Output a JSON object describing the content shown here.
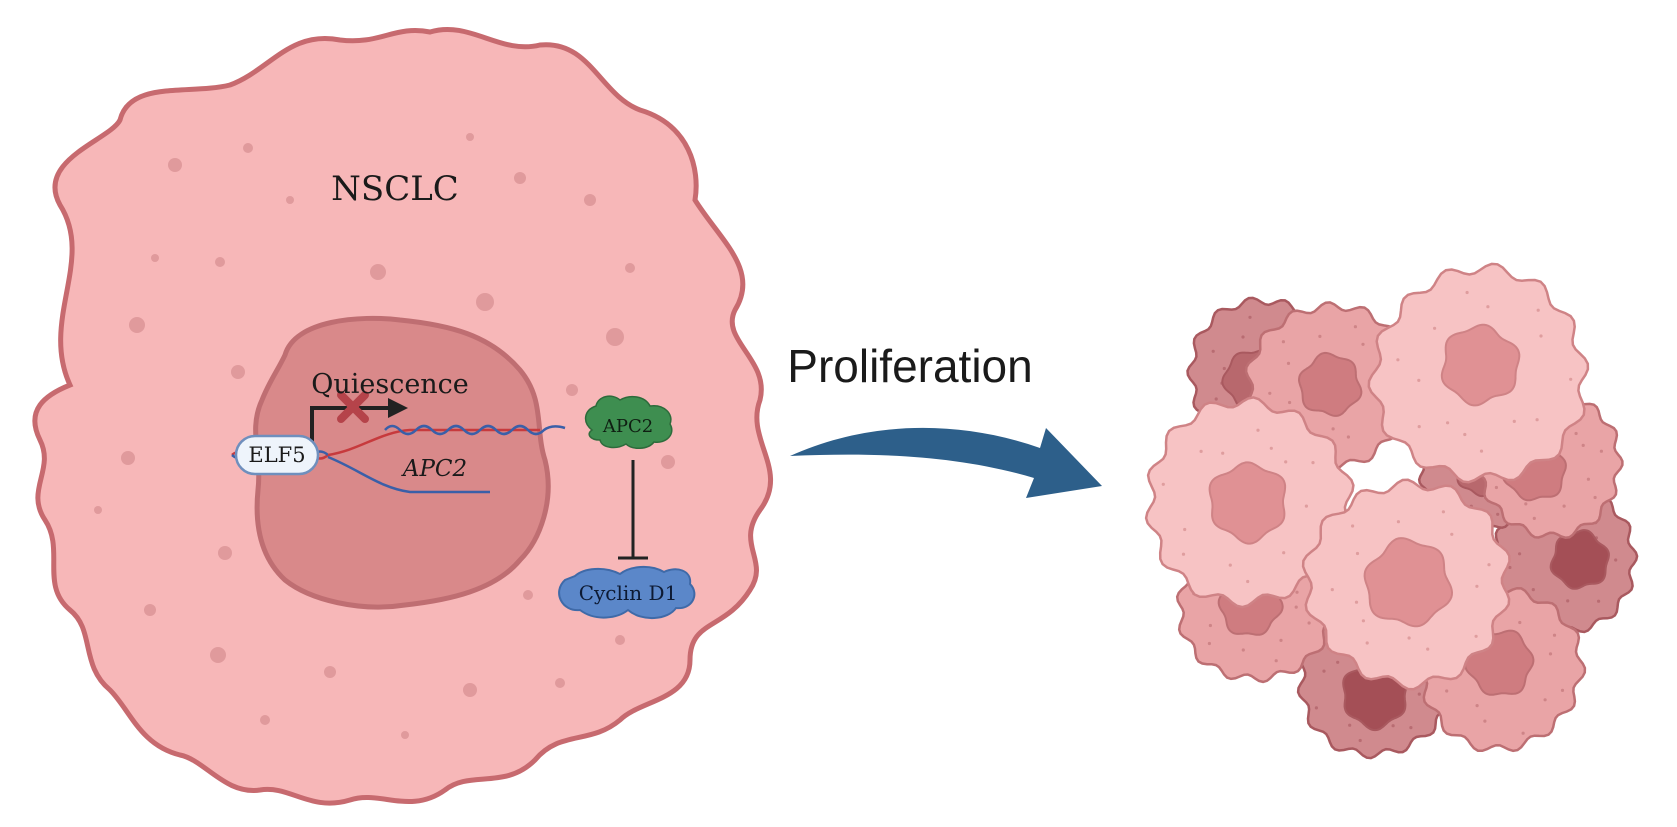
{
  "cell": {
    "label": "NSCLC",
    "fill": "#f7b7b8",
    "stroke": "#c76a6f",
    "nucleus_fill": "#d9898a"
  },
  "nucleus": {
    "state_label": "Quiescence",
    "gene_label": "APC2"
  },
  "proteins": {
    "elf5": "ELF5",
    "apc2": "APC2",
    "cyclin": "Cyclin D1",
    "elf5_fill": "#eef4fb",
    "apc2_fill": "#3e8e50",
    "cyclin_fill": "#5b87c9"
  },
  "process": {
    "label": "Proliferation",
    "arrow_color": "#2d5f8a"
  },
  "icons": {
    "inhibited_transcription": "red-x-icon",
    "inhibition": "t-bar-inhibition-icon"
  }
}
